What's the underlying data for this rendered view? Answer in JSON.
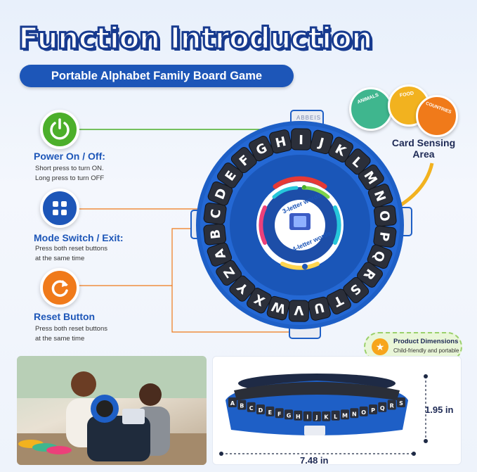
{
  "header": {
    "title": "Function Introduction",
    "subtitle": "Portable Alphabet Family Board Game"
  },
  "features": [
    {
      "title": "Power On / Off:",
      "desc": [
        "Short press to turn ON.",
        "Long press to turn OFF"
      ],
      "color": "#4caf2a",
      "icon": "power-icon"
    },
    {
      "title": "Mode Switch / Exit:",
      "desc": [
        "Press both reset buttons",
        "at the same time"
      ],
      "color": "#1d56b8",
      "icon": "grid-icon"
    },
    {
      "title": "Reset Button",
      "desc": [
        "Press both reset buttons",
        "at the same time"
      ],
      "color": "#f07a1a",
      "icon": "reset-icon"
    }
  ],
  "board": {
    "letters": [
      "A",
      "B",
      "C",
      "D",
      "E",
      "F",
      "G",
      "H",
      "I",
      "J",
      "K",
      "L",
      "M",
      "N",
      "O",
      "P",
      "Q",
      "R",
      "S",
      "T",
      "U",
      "V",
      "W",
      "X",
      "Y",
      "Z"
    ],
    "inner_top": "3-letter words",
    "inner_bottom": "4-letter words",
    "brand_tag": "ABBEIS",
    "color": "#1e5fc6"
  },
  "cards": {
    "label_line1": "Card Sensing",
    "label_line2": "Area",
    "items": [
      {
        "text": "ANIMALS",
        "color": "#3fb68e"
      },
      {
        "text": "FOOD",
        "color": "#f2b21f"
      },
      {
        "text": "COUNTRIES",
        "color": "#f07a1a"
      }
    ]
  },
  "dimensions": {
    "title": "Product Dimensions",
    "subtitle": "Child-friendly and portable",
    "height": "1.95 in",
    "width": "7.48 in"
  },
  "colors": {
    "accent": "#1d56b8",
    "connector": "#f07a1a",
    "power_line": "#4caf2a"
  }
}
